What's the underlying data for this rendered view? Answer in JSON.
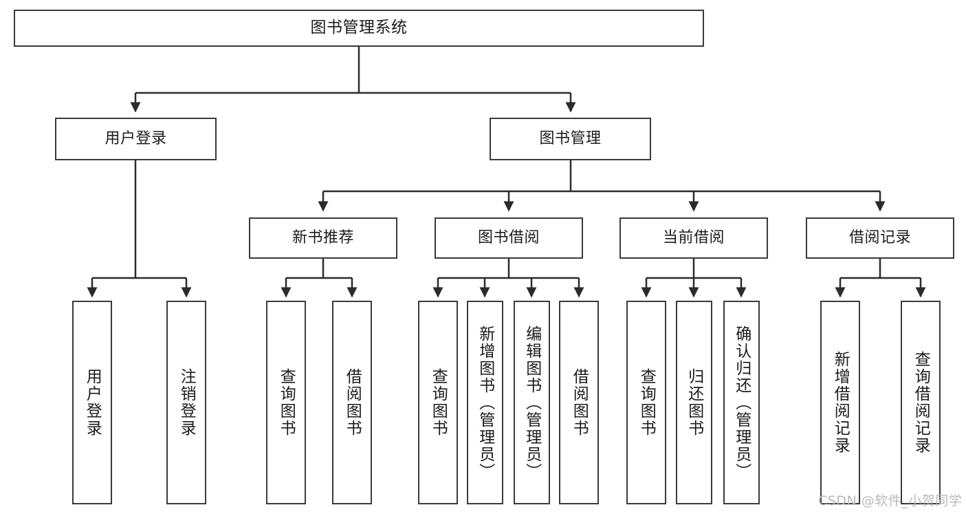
{
  "diagram": {
    "title": "图书管理系统",
    "type": "tree-hierarchy-chart",
    "colors": {
      "box_border": "#3a3a3a",
      "box_fill": "#ffffff",
      "edge": "#2b2b2b",
      "text": "#1b1b1b",
      "watermark": "#b9b9b9",
      "background": "#ffffff"
    },
    "watermark": "CSDN @软件_小贺同学",
    "nodes": {
      "root": {
        "label": "图书管理系统"
      },
      "level2": [
        {
          "label": "用户登录"
        },
        {
          "label": "图书管理"
        }
      ],
      "level3": [
        {
          "label": "新书推荐"
        },
        {
          "label": "图书借阅"
        },
        {
          "label": "当前借阅"
        },
        {
          "label": "借阅记录"
        }
      ],
      "leaves": {
        "user_login": [
          {
            "label": "用户登录"
          },
          {
            "label": "注销登录"
          }
        ],
        "new_book_recommend": [
          {
            "label": "查询图书"
          },
          {
            "label": "借阅图书"
          }
        ],
        "book_borrow": [
          {
            "label": "查询图书"
          },
          {
            "label": "新增图书（管理员）"
          },
          {
            "label": "编辑图书（管理员）"
          },
          {
            "label": "借阅图书"
          }
        ],
        "current_borrow": [
          {
            "label": "查询图书"
          },
          {
            "label": "归还图书"
          },
          {
            "label": "确认归还（管理员）"
          }
        ],
        "borrow_record": [
          {
            "label": "新增借阅记录"
          },
          {
            "label": "查询借阅记录"
          }
        ]
      }
    }
  }
}
